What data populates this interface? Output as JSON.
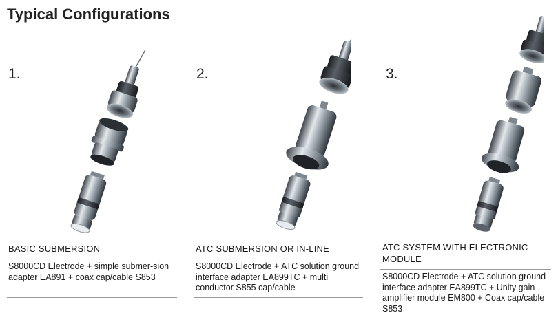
{
  "page": {
    "title": "Typical Configurations"
  },
  "configs": [
    {
      "number": "1.",
      "heading": "BASIC SUBMERSION",
      "description": "S8000CD Electrode + simple submer-sion adapter EA891 + coax cap/cable S853"
    },
    {
      "number": "2.",
      "heading": "ATC SUBMERSION OR IN-LINE",
      "description": "S8000CD Electrode + ATC solution ground interface adapter EA899TC + multi conductor S855 cap/cable"
    },
    {
      "number": "3.",
      "heading": "ATC SYSTEM WITH ELECTRONIC MODULE",
      "description": "S8000CD Electrode + ATC solution ground interface adapter EA899TC + Unity gain amplifier module EM800 + Coax cap/cable S853"
    }
  ],
  "colors": {
    "rule": "#9a9a9a",
    "metal_dark": "#4a5158",
    "metal_light": "#dfe5ea"
  }
}
